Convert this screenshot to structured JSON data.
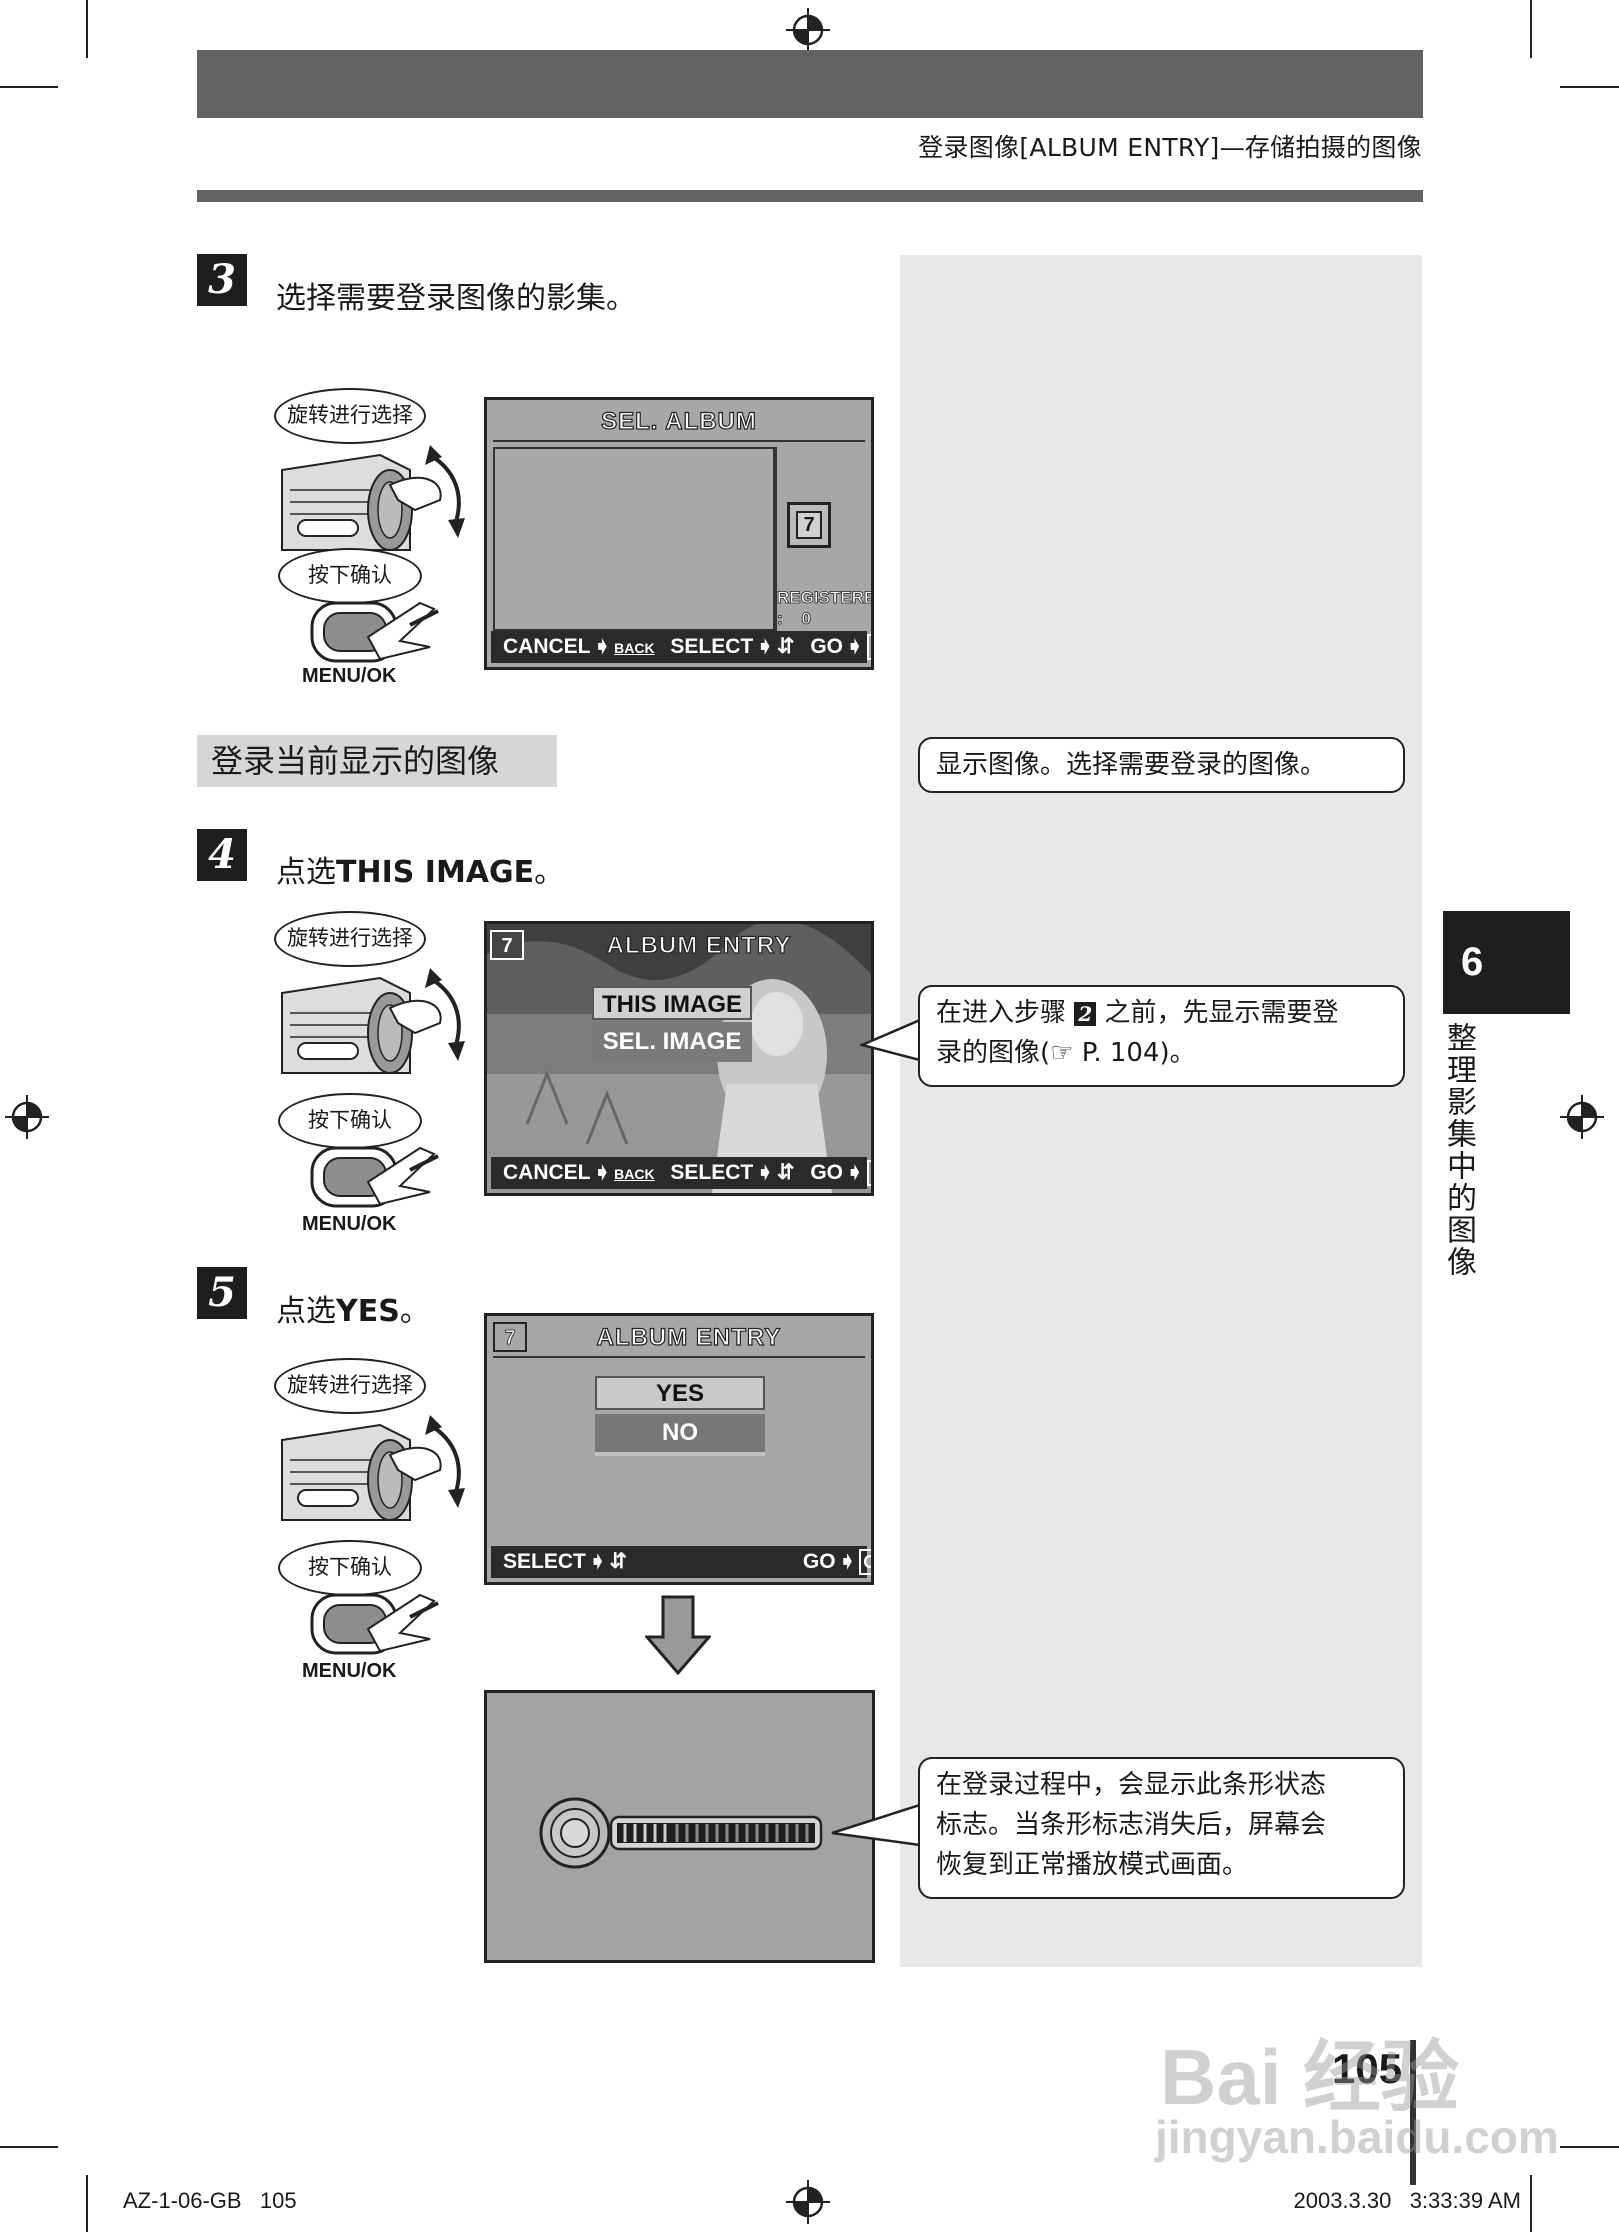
{
  "header": {
    "title": "登录图像[ALBUM ENTRY]—存储拍摄的图像"
  },
  "steps": [
    {
      "number": "3",
      "text": "选择需要登录图像的影集。"
    },
    {
      "number": "4",
      "text_prefix": "点选",
      "text_bold": "THIS IMAGE",
      "text_suffix": "。"
    },
    {
      "number": "5",
      "text_prefix": "点选",
      "text_bold": "YES",
      "text_suffix": "。"
    }
  ],
  "section_heading": "登录当前显示的图像",
  "dial": {
    "rotate_label": "旋转进行选择",
    "press_label": "按下确认",
    "button_label": "MENU/OK"
  },
  "screen1": {
    "title": "SEL. ALBUM",
    "album_number": "7",
    "registered_label": "REGISTERED",
    "registered_value": ":    0",
    "bar": {
      "cancel": "CANCEL",
      "back": "BACK",
      "select": "SELECT",
      "go": "GO",
      "ok": "OK"
    }
  },
  "screen2": {
    "album_number": "7",
    "title": "ALBUM ENTRY",
    "options": [
      "THIS IMAGE",
      "SEL. IMAGE"
    ],
    "bar": {
      "cancel": "CANCEL",
      "back": "BACK",
      "select": "SELECT",
      "go": "GO",
      "ok": "OK"
    }
  },
  "screen3": {
    "album_number": "7",
    "title": "ALBUM ENTRY",
    "options": [
      "YES",
      "NO"
    ],
    "bar": {
      "select": "SELECT",
      "go": "GO",
      "ok": "OK"
    }
  },
  "notes": {
    "note1": "显示图像。选择需要登录的图像。",
    "note2_line1_a": "在进入步骤",
    "note2_step": "2",
    "note2_line1_b": "之前，先显示需要登",
    "note2_line2": "录的图像(☞ P. 104)。",
    "note3_line1": "在登录过程中，会显示此条形状态",
    "note3_line2": "标志。当条形标志消失后，屏幕会",
    "note3_line3": "恢复到正常播放模式画面。"
  },
  "chapter": {
    "number": "6",
    "title": "整理影集中的图像"
  },
  "page_number": "105",
  "footer": {
    "left": "AZ-1-06-GB   105",
    "right": "2003.3.30   3:33:39 AM"
  },
  "watermark": {
    "main": "Bai 经验",
    "url": "jingyan.baidu.com"
  },
  "colors": {
    "header_bar": "#636363",
    "side_panel": "#e8e8e8",
    "screen_bg": "#a7a7a7",
    "dark": "#1e1e1e"
  }
}
